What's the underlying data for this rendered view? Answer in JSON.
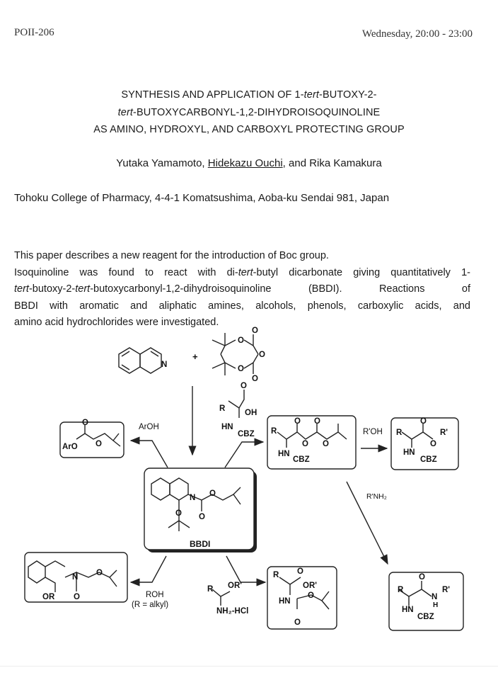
{
  "header": {
    "code": "POII-206",
    "session": "Wednesday, 20:00 - 23:00"
  },
  "title": {
    "line1_a": "SYNTHESIS AND APPLICATION OF 1-",
    "line1_i": "tert",
    "line1_b": "-BUTOXY-2-",
    "line2_i": "tert",
    "line2_b": "-BUTOXYCARBONYL-1,2-DIHYDROISOQUINOLINE",
    "line3": "AS AMINO, HYDROXYL, AND CARBOXYL PROTECTING GROUP"
  },
  "authors": {
    "a1": "Yutaka Yamamoto, ",
    "a2": "Hidekazu Ouchi",
    "a3": ", and Rika Kamakura"
  },
  "affiliation": "Tohoku College of Pharmacy, 4-4-1 Komatsushima, Aoba-ku Sendai 981, Japan",
  "abstract": {
    "s1": "This paper describes a new reagent for the introduction of Boc group.",
    "s2a": "Isoquinoline was found to react with di-",
    "s2i": "tert",
    "s2b": "-butyl dicarbonate giving quantitatively 1-",
    "s3i1": "tert",
    "s3a": "-butoxy-2-",
    "s3i2": "tert",
    "s3b": "-butoxycarbonyl-1,2-dihydroisoquinoline (BBDI).    Reactions of",
    "s4": "BBDI with aromatic and aliphatic amines, alcohols, phenols, carboxylic acids, and",
    "s5": "amino acid hydrochlorides were investigated."
  },
  "scheme": {
    "plus": "+",
    "N": "N",
    "O": "O",
    "OH": "OH",
    "R": "R",
    "HN": "HN",
    "CBZ": "CBZ",
    "ArO": "ArO",
    "OR": "OR",
    "ORp": "OR'",
    "Rp": "R'",
    "H": "H",
    "NH2HCl": "NH₂-HCl",
    "bbdi": "BBDI",
    "reagent_aroh": "ArOH",
    "reagent_roh": "R'OH",
    "reagent_rnh2": "R'NH₂",
    "reagent_alkyl_roh": "ROH",
    "reagent_alkyl_note": "(R = alkyl)"
  }
}
